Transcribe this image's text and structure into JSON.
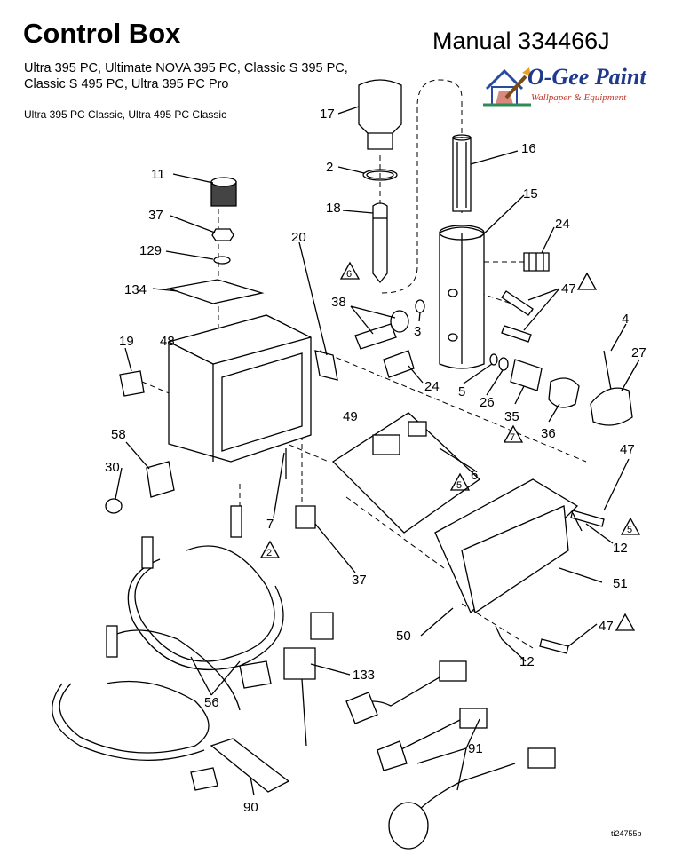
{
  "header": {
    "title": "Control Box",
    "manual": "Manual 334466J",
    "models_line1": "Ultra 395 PC, Ultimate NOVA 395 PC, Classic S 395 PC,",
    "models_line2": "Classic S 495 PC, Ultra 395 PC Pro",
    "models_line3": "Ultra 395 PC Classic, Ultra 495 PC Classic"
  },
  "logo": {
    "name": "O-Gee Paint",
    "tagline": "Wallpaper & Equipment",
    "colors": {
      "name": "#1f3a8c",
      "tagline": "#c0392b",
      "house_red": "#c0392b",
      "house_blue": "#2a4aa0"
    }
  },
  "callouts": {
    "c17": "17",
    "c2": "2",
    "c16": "16",
    "c11": "11",
    "c18": "18",
    "c15": "15",
    "c37a": "37",
    "c24a": "24",
    "c129": "129",
    "c20": "20",
    "c134": "134",
    "c6a": "6",
    "c38": "38",
    "c47a": "47",
    "c3": "3",
    "c4": "4",
    "c19": "19",
    "c48": "48",
    "c27": "27",
    "c24b": "24",
    "c5": "5",
    "c26": "26",
    "c35": "35",
    "c36": "36",
    "c7a": "7",
    "c49": "49",
    "c58": "58",
    "c6b": "6",
    "c5a": "5",
    "c47b": "47",
    "c30": "30",
    "c7": "7",
    "c12a": "12",
    "c5b": "5",
    "c2b": "2",
    "c37b": "37",
    "c51": "51",
    "c50": "50",
    "c47c": "47",
    "c12b": "12",
    "c133": "133",
    "c56": "56",
    "c91": "91",
    "c90": "90"
  },
  "image_code": "ti24755b"
}
